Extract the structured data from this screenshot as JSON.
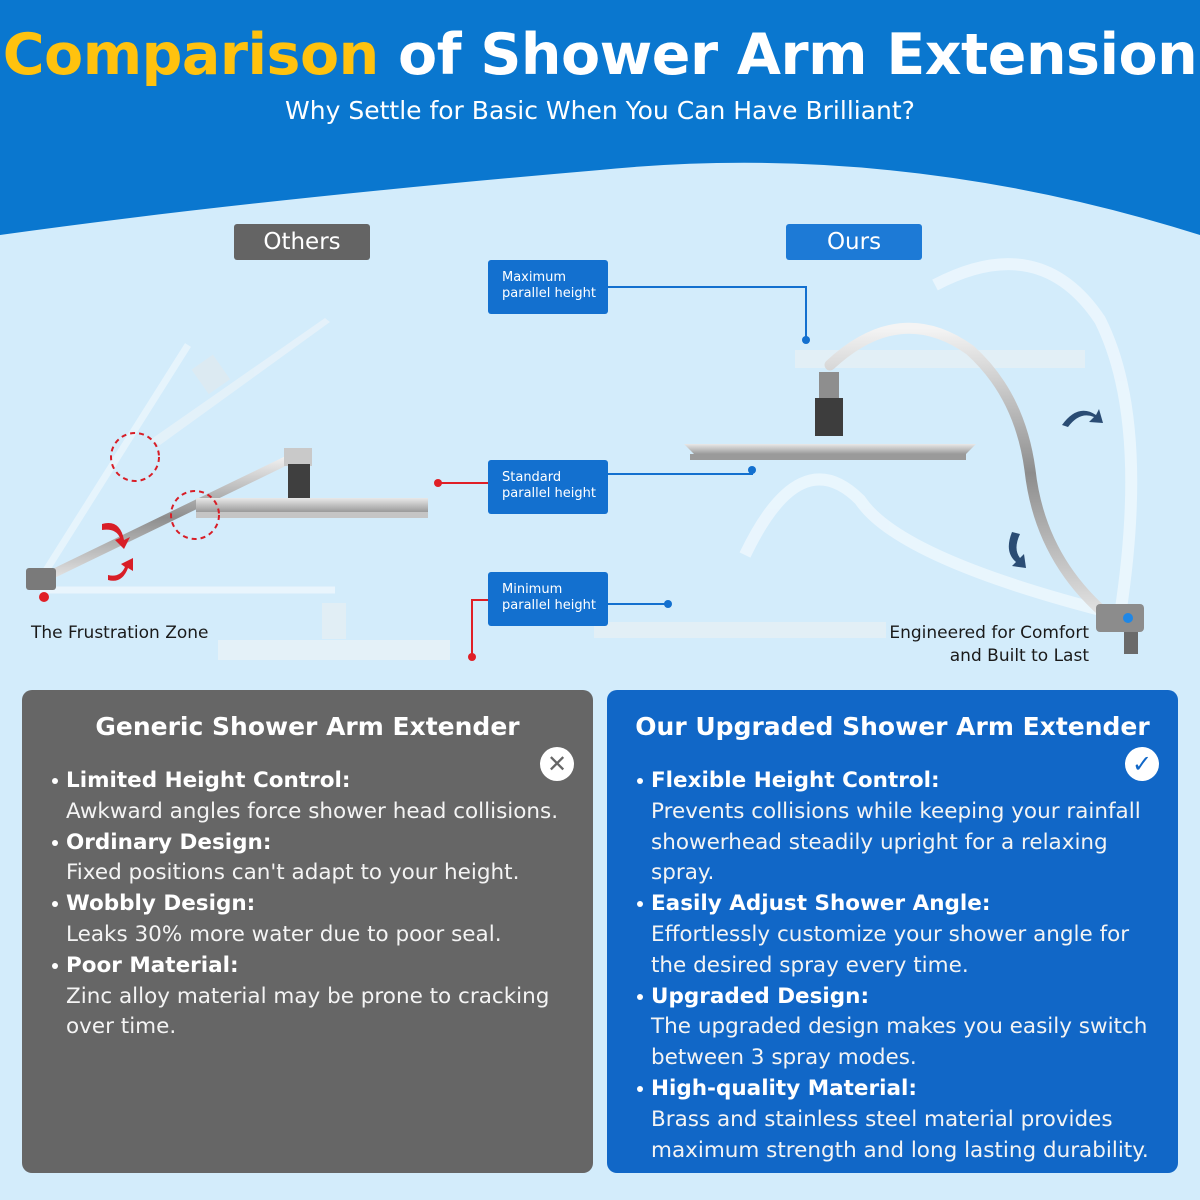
{
  "header": {
    "title_highlight": "Comparison",
    "title_rest": " of Shower Arm Extension",
    "subtitle": "Why Settle for Basic When You Can Have Brilliant?",
    "bg_color": "#0a77cf",
    "highlight_color": "#ffc20e"
  },
  "diagram": {
    "others_label": "Others",
    "ours_label": "Ours",
    "heights": [
      {
        "label_line1": "Maximum",
        "label_line2": "parallel height"
      },
      {
        "label_line1": "Standard",
        "label_line2": "parallel height"
      },
      {
        "label_line1": "Minimum",
        "label_line2": "parallel height"
      }
    ],
    "others_caption": "The Frustration Zone",
    "ours_caption_line1": "Engineered for Comfort",
    "ours_caption_line2": "and Built to Last"
  },
  "generic_card": {
    "title": "Generic Shower Arm Extender",
    "badge_icon": "x-circle-icon",
    "items": [
      {
        "heading": "Limited Height Control:",
        "detail": "Awkward angles force shower head collisions."
      },
      {
        "heading": "Ordinary Design:",
        "detail": "Fixed positions can't adapt to your height."
      },
      {
        "heading": "Wobbly Design:",
        "detail": "Leaks 30% more water due to poor seal."
      },
      {
        "heading": "Poor Material:",
        "detail": "Zinc alloy material may be prone to cracking over time."
      }
    ]
  },
  "upgraded_card": {
    "title": "Our Upgraded Shower Arm Extender",
    "badge_icon": "check-circle-icon",
    "items": [
      {
        "heading": "Flexible Height Control:",
        "detail": "Prevents collisions while keeping your rainfall showerhead steadily upright for a relaxing spray."
      },
      {
        "heading": "Easily Adjust Shower Angle:",
        "detail": "Effortlessly customize your shower angle for the desired spray every time."
      },
      {
        "heading": "Upgraded Design:",
        "detail": "The upgraded design makes you easily switch between 3 spray modes."
      },
      {
        "heading": "High-quality Material:",
        "detail": "Brass and stainless steel material provides maximum strength and long lasting durability."
      }
    ]
  }
}
